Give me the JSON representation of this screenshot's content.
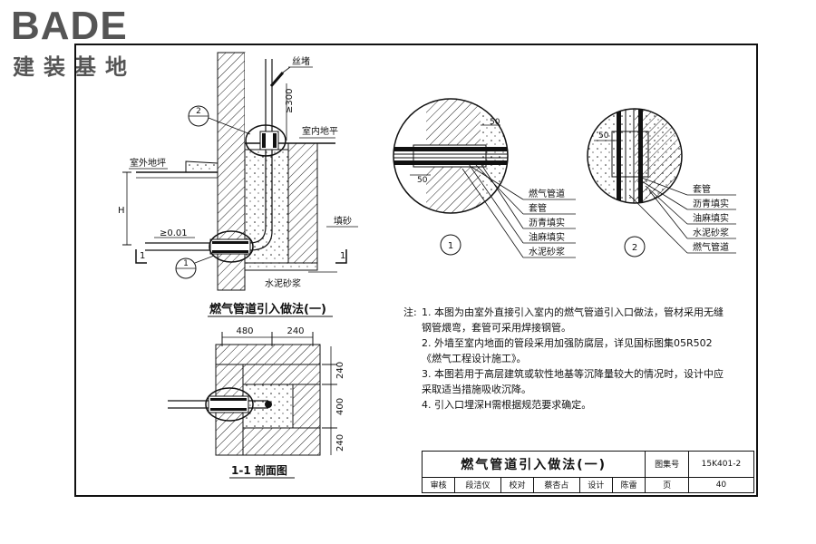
{
  "logo": {
    "brand": "BADE",
    "subtitle": "建装基地"
  },
  "labels": {
    "plug": "丝堵",
    "dim_300": "≥300",
    "indoor_floor": "室内地平",
    "outdoor_ground": "室外地坪",
    "depth_h": "H",
    "slope": "≥0.01",
    "fill_sand": "填砂",
    "cement_mortar_bottom": "水泥砂浆",
    "callout_2": "2",
    "callout_1": "1",
    "section_mark": "1",
    "view_title": "燃气管道引入做法(一)",
    "section_title": "1-1  剖面图",
    "dim_480": "480",
    "dim_240_top": "240",
    "dim_240_r1": "240",
    "dim_400": "400",
    "dim_240_r2": "240",
    "d1_dim_top": "50",
    "d1_dim_bottom": "50",
    "d2_dim": "50",
    "d1_num": "1",
    "d2_num": "2",
    "d1_leaders": [
      "燃气管道",
      "套管",
      "沥青填实",
      "油麻填实",
      "水泥砂浆"
    ],
    "d2_leaders": [
      "套管",
      "沥青填实",
      "油麻填实",
      "水泥砂浆",
      "燃气管道"
    ]
  },
  "notes": {
    "label": "注:",
    "items": [
      "1. 本图为由室外直接引入室内的燃气管道引入口做法，管材采用无缝钢管煨弯，套管可采用焊接钢管。",
      "2. 外墙至室内地面的管段采用加强防腐层，详见国标图集05R502《燃气工程设计施工》。",
      "3. 本图若用于高层建筑或软性地基等沉降量较大的情况时，设计中应采取适当措施吸收沉降。",
      "4. 引入口埋深H需根据规范要求确定。"
    ]
  },
  "title_block": {
    "title": "燃气管道引入做法(一)",
    "atlas_label": "图集号",
    "atlas_no": "15K401-2",
    "page_label": "页",
    "page_no": "40",
    "review_label": "审核",
    "reviewer": "段洁仪",
    "check_label": "校对",
    "checker": "蔡杏占",
    "design_label": "设计",
    "designer": "陈雷"
  }
}
